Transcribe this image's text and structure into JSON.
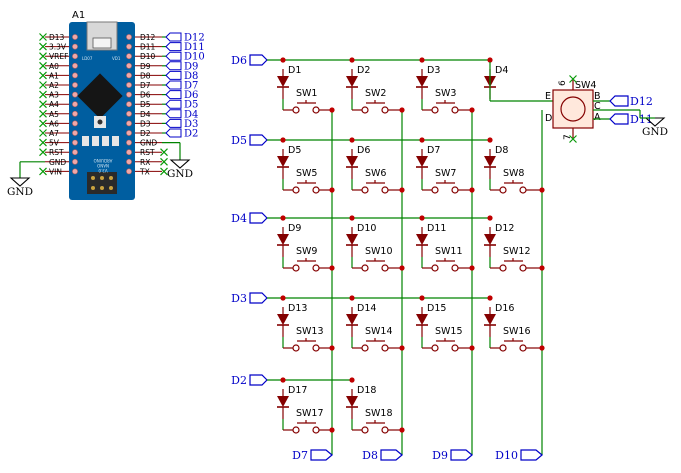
{
  "arduino": {
    "ref": "A1",
    "left_pins": [
      "D13",
      "3.3V",
      "VREF",
      "A0",
      "A1",
      "A2",
      "A3",
      "A4",
      "A5",
      "A6",
      "A7",
      "5V",
      "RST",
      "GND",
      "VIN"
    ],
    "right_pins": [
      "D12",
      "D11",
      "D10",
      "D9",
      "D8",
      "D7",
      "D6",
      "D5",
      "D4",
      "D3",
      "D2",
      "GND",
      "RST",
      "RX",
      "TX"
    ],
    "right_labels": [
      "D12",
      "D11",
      "D10",
      "D9",
      "D8",
      "D7",
      "D6",
      "D5",
      "D4",
      "D3",
      "D2"
    ],
    "board_text": [
      "LD07",
      "VD1",
      "ARDUINO",
      "NANO",
      "V3.0"
    ]
  },
  "grounds": {
    "left": "GND",
    "right": "GND",
    "encoder": "GND"
  },
  "rows": [
    {
      "label": "D6",
      "cells": [
        {
          "d": "D1",
          "sw": "SW1"
        },
        {
          "d": "D2",
          "sw": "SW2"
        },
        {
          "d": "D3",
          "sw": "SW3"
        },
        {
          "d": "D4"
        }
      ]
    },
    {
      "label": "D5",
      "cells": [
        {
          "d": "D5",
          "sw": "SW5"
        },
        {
          "d": "D6",
          "sw": "SW6"
        },
        {
          "d": "D7",
          "sw": "SW7"
        },
        {
          "d": "D8",
          "sw": "SW8"
        }
      ]
    },
    {
      "label": "D4",
      "cells": [
        {
          "d": "D9",
          "sw": "SW9"
        },
        {
          "d": "D10",
          "sw": "SW10"
        },
        {
          "d": "D11",
          "sw": "SW11"
        },
        {
          "d": "D12",
          "sw": "SW12"
        }
      ]
    },
    {
      "label": "D3",
      "cells": [
        {
          "d": "D13",
          "sw": "SW13"
        },
        {
          "d": "D14",
          "sw": "SW14"
        },
        {
          "d": "D15",
          "sw": "SW15"
        },
        {
          "d": "D16",
          "sw": "SW16"
        }
      ]
    },
    {
      "label": "D2",
      "cells": [
        {
          "d": "D17",
          "sw": "SW17"
        },
        {
          "d": "D18",
          "sw": "SW18"
        }
      ]
    }
  ],
  "columns": [
    "D7",
    "D8",
    "D9",
    "D10"
  ],
  "encoder": {
    "ref": "SW4",
    "pins": {
      "e": "E",
      "d": "D",
      "a": "A",
      "b": "B",
      "c": "C",
      "six": "6",
      "seven": "7"
    },
    "labels": {
      "b": "D12",
      "a": "D11"
    }
  },
  "colors": {
    "wire": "#008400",
    "part": "#840000",
    "label": "#0000c8",
    "junction": "#c00000",
    "ic": "#005ea0"
  }
}
